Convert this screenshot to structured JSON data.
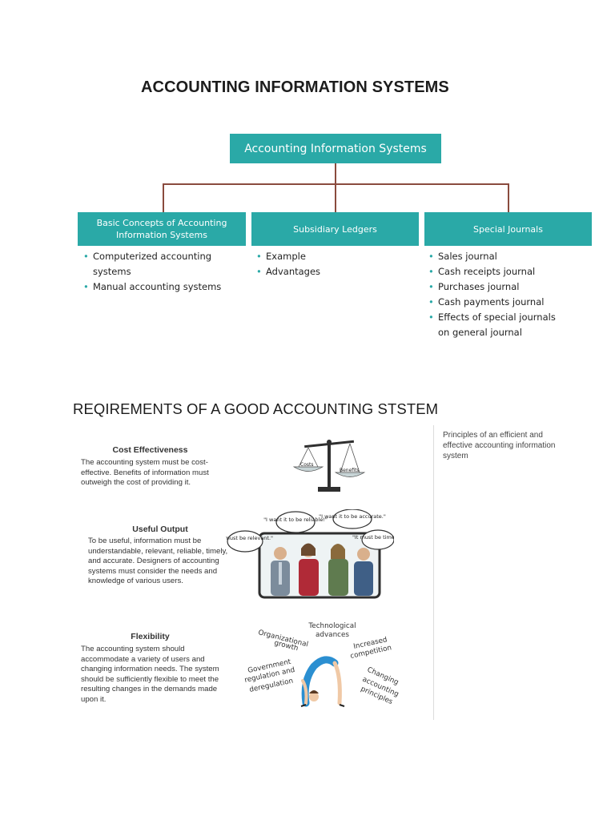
{
  "title": "ACCOUNTING INFORMATION SYSTEMS",
  "org_chart": {
    "root": "Accounting Information Systems",
    "branches": [
      {
        "label": "Basic Concepts of Accounting Information Systems",
        "items": [
          "Computerized accounting systems",
          "Manual accounting systems"
        ]
      },
      {
        "label": "Subsidiary Ledgers",
        "items": [
          "Example",
          "Advantages"
        ]
      },
      {
        "label": "Special Journals",
        "items": [
          "Sales journal",
          "Cash receipts journal",
          "Purchases journal",
          "Cash payments journal",
          "Effects of special journals on general journal"
        ]
      }
    ]
  },
  "requirements_heading": "REQIREMENTS OF A GOOD ACCOUNTING STSTEM",
  "side_note": "Principles of an efficient and effective accounting information system",
  "principles": [
    {
      "heading": "Cost Effectiveness",
      "description": "The accounting system must be cost-effective. Benefits of information must outweigh the cost of providing it."
    },
    {
      "heading": "Useful Output",
      "description": "To be useful, information must be understandable, relevant, reliable, timely, and accurate. Designers of accounting systems must consider the needs and knowledge of various users."
    },
    {
      "heading": "Flexibility",
      "description": "The accounting system should accommodate a variety of users and changing information needs. The system should be sufficiently flexible to meet the resulting changes in the demands made upon it."
    }
  ],
  "scale_labels": {
    "left": "Costs",
    "right": "Benefits"
  },
  "speech_bubbles": [
    "\"It must be relevant.\"",
    "\"I want it to be reliable!\"",
    "\"I want it to be accurate.\"",
    "\"It must be timely!\""
  ],
  "flex_factors": {
    "technological": [
      "Technological",
      "advances"
    ],
    "organizational": [
      "Organizational",
      "growth"
    ],
    "competition": [
      "Increased",
      "competition"
    ],
    "government": [
      "Government",
      "regulation and",
      "deregulation"
    ],
    "changing": [
      "Changing",
      "accounting",
      "principles"
    ]
  },
  "colors": {
    "teal": "#2aa9a7",
    "connector": "#8a4b3e"
  }
}
